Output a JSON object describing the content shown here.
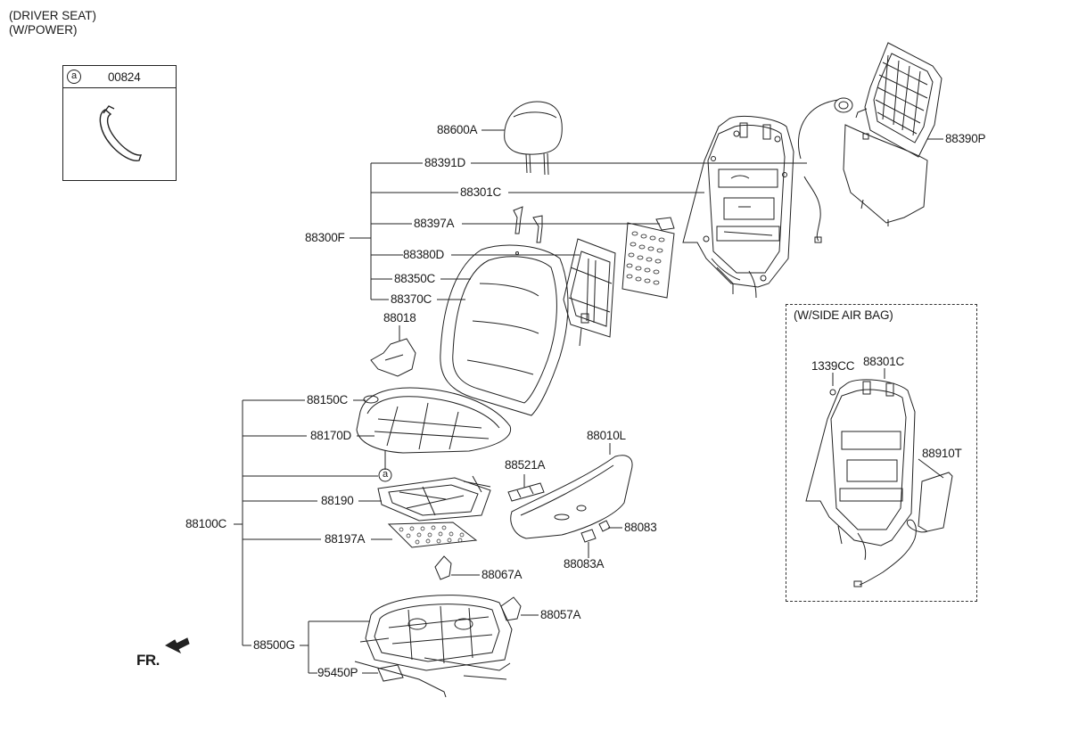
{
  "header": {
    "line1": "(DRIVER SEAT)",
    "line2": "(W/POWER)"
  },
  "inset_box": {
    "marker": "a",
    "part": "00824"
  },
  "airbag_box": {
    "title": "(W/SIDE AIR BAG)",
    "labels": [
      "1339CC",
      "88301C",
      "88910T"
    ]
  },
  "labels": {
    "l88600A": "88600A",
    "l88391D": "88391D",
    "l88301C": "88301C",
    "l88397A": "88397A",
    "l88300F": "88300F",
    "l88380D": "88380D",
    "l88350C": "88350C",
    "l88370C": "88370C",
    "l88390P": "88390P",
    "l88018": "88018",
    "l88150C": "88150C",
    "l88170D": "88170D",
    "l88010L": "88010L",
    "l88521A": "88521A",
    "l88190": "88190",
    "l88100C": "88100C",
    "l88083": "88083",
    "l88197A": "88197A",
    "l88083A": "88083A",
    "l88067A": "88067A",
    "l88057A": "88057A",
    "l88500G": "88500G",
    "l95450P": "95450P",
    "callout_a": "a"
  },
  "fr_label": "FR."
}
